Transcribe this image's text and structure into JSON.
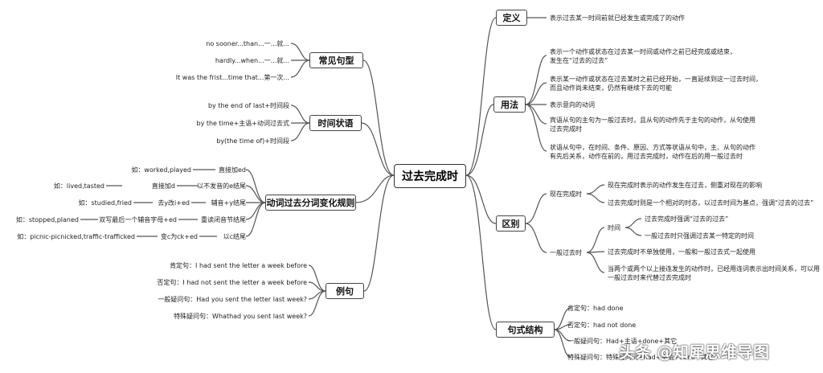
{
  "root": "过去完成时",
  "right": {
    "definition": {
      "label": "定义",
      "text": "表示过去某一时间前就已经发生或完成了的动作"
    },
    "usage": {
      "label": "用法",
      "items": [
        [
          "表示一个动作或状态在过去某一时间或动作之前已经完成或结束，",
          "发生在“过去的过去”"
        ],
        [
          "表示某一动作或状态在过去某时之前已经开始，一直延续到这一过去时间，",
          "而且动作尚未结束，仍然有继续下去的可能"
        ],
        [
          "表示意向的动词"
        ],
        [
          "宾语从句的主句为一般过去时，且从句的动作先于主句的动作，从句使用",
          "过去完成时"
        ],
        [
          "状语从句中，在时间、条件、原因、方式等状语从句中，主、从句的动作",
          "有先后关系，动作在前的，用过去完成时，动作在后的用一般过去时"
        ]
      ]
    },
    "difference": {
      "label": "区别",
      "present_perfect": {
        "label": "现在完成时",
        "items": [
          "现在完成时表示的动作发生在过去，侧重对现在的影响",
          "过去完成时则是一个相对的时态，以过去时间为基点，强调“过去的过去”"
        ]
      },
      "simple_past": {
        "label": "一般过去时",
        "time": {
          "label": "时间",
          "items": [
            "过去完成时强调“过去的过去”",
            "一般过去时只强调过去某一特定的时间"
          ]
        },
        "items": [
          [
            "过去完成时不单独使用，一般和一般过去式一起使用"
          ],
          [
            "当两个或两个以上接连发生的动作时，已经用连词表示出时间关系，可以用",
            "一般过去时来代替过去完成时"
          ]
        ]
      }
    },
    "structure": {
      "label": "句式结构",
      "items": [
        "肯定句：had done",
        "否定句：had not done",
        "一般疑问句：Had+主语+done+其它",
        "特殊疑问句：特殊疑问词+had+主语+done+其它"
      ]
    }
  },
  "left": {
    "common_patterns": {
      "label": "常见句型",
      "items": [
        "no sooner...than...一...就...",
        "hardly...when...一...就...",
        "It was the frist...time that...第一次..."
      ]
    },
    "time_adverbials": {
      "label": "时间状语",
      "items": [
        "by the end of last+时间段",
        "by the time+主语+动词过去式",
        "by(the time of)+时间段"
      ]
    },
    "participle_rules": {
      "label": "动词过去分词变化规则",
      "rows": [
        {
          "rule": "直接加ed",
          "example": "如：worked,played"
        },
        {
          "rule": "以不发音的e结尾",
          "mid": "直接加d",
          "example": "如：lived,tasted"
        },
        {
          "rule": "辅音+y结尾",
          "mid": "去y改i+ed",
          "example": "如：studied,fried"
        },
        {
          "rule": "重读闭音节结尾",
          "mid": "双写最后一个辅音字母+ed",
          "example": "如：stopped,planed"
        },
        {
          "rule": "以c结尾",
          "mid": "变c为ck+ed",
          "example": "如：picnic-picnicked,traffic-trafficked"
        }
      ]
    },
    "examples": {
      "label": "例句",
      "items": [
        "肯定句：I had sent the letter a week before",
        "否定句：I had not sent the letter a week before",
        "一般疑问句：Had you sent the letter last week?",
        "特殊疑问句：Whathad you sent last week?"
      ]
    }
  },
  "watermark": "头条 @知犀思维导图",
  "colors": {
    "line": "#555555",
    "box_border": "#444444"
  }
}
